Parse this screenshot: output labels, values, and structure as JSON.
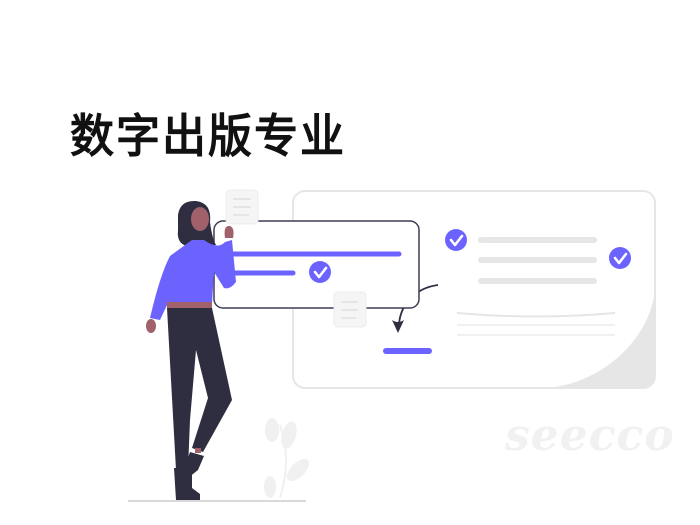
{
  "heading": {
    "title": "数字出版专业"
  },
  "watermark": {
    "text": "seecco"
  },
  "illustration": {
    "description": "Woman standing next to checklist cards",
    "colors": {
      "accent": "#6c63ff",
      "dark": "#2f2e41",
      "skin": "#a0616a",
      "card_border": "#e6e6e6",
      "line_gray": "#e6e6e6",
      "plant": "#f0f0f0"
    },
    "check_icons": 3
  }
}
